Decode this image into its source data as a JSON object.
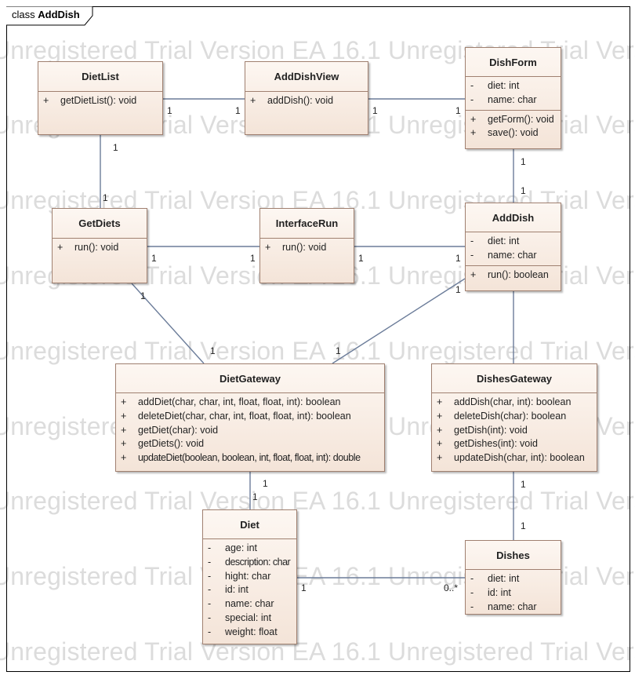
{
  "diagram": {
    "frame_type": "class",
    "frame_name": "AddDish",
    "watermark": "Unregistered Trial Version   EA 16.1 Unregistered Trial Version   EA 16.1 Unregistered Trial Version"
  },
  "classes": {
    "dietlist": {
      "name": "DietList",
      "operations": [
        {
          "vis": "+",
          "text": "getDietList(): void"
        }
      ]
    },
    "adddishview": {
      "name": "AddDishView",
      "operations": [
        {
          "vis": "+",
          "text": "addDish(): void"
        }
      ]
    },
    "dishform": {
      "name": "DishForm",
      "attributes": [
        {
          "vis": "-",
          "text": "diet: int"
        },
        {
          "vis": "-",
          "text": "name: char"
        }
      ],
      "operations": [
        {
          "vis": "+",
          "text": "getForm(): void"
        },
        {
          "vis": "+",
          "text": "save(): void"
        }
      ]
    },
    "getdiets": {
      "name": "GetDiets",
      "operations": [
        {
          "vis": "+",
          "text": "run(): void"
        }
      ]
    },
    "interfacerun": {
      "name": "InterfaceRun",
      "operations": [
        {
          "vis": "+",
          "text": "run(): void"
        }
      ]
    },
    "adddish": {
      "name": "AddDish",
      "attributes": [
        {
          "vis": "-",
          "text": "diet: int"
        },
        {
          "vis": "-",
          "text": "name: char"
        }
      ],
      "operations": [
        {
          "vis": "+",
          "text": "run(): boolean"
        }
      ]
    },
    "dietgateway": {
      "name": "DietGateway",
      "operations": [
        {
          "vis": "+",
          "text": "addDiet(char, char, int, float, float, int): boolean"
        },
        {
          "vis": "+",
          "text": "deleteDiet(char, char, int, float, float, int): boolean"
        },
        {
          "vis": "+",
          "text": "getDiet(char): void"
        },
        {
          "vis": "+",
          "text": "getDiets(): void"
        },
        {
          "vis": "+",
          "text": "updateDiet(boolean, boolean, int, float, float, int): double"
        }
      ]
    },
    "dishesgateway": {
      "name": "DishesGateway",
      "operations": [
        {
          "vis": "+",
          "text": "addDish(char, int): boolean"
        },
        {
          "vis": "+",
          "text": "deleteDish(char): boolean"
        },
        {
          "vis": "+",
          "text": "getDish(int): void"
        },
        {
          "vis": "+",
          "text": "getDishes(int): void"
        },
        {
          "vis": "+",
          "text": "updateDish(char, int): boolean"
        }
      ]
    },
    "diet": {
      "name": "Diet",
      "attributes": [
        {
          "vis": "-",
          "text": "age: int"
        },
        {
          "vis": "-",
          "text": "description: char"
        },
        {
          "vis": "-",
          "text": "hight: char"
        },
        {
          "vis": "-",
          "text": "id: int"
        },
        {
          "vis": "-",
          "text": "name: char"
        },
        {
          "vis": "-",
          "text": "special: int"
        },
        {
          "vis": "-",
          "text": "weight: float"
        }
      ]
    },
    "dishes": {
      "name": "Dishes",
      "attributes": [
        {
          "vis": "-",
          "text": "diet: int"
        },
        {
          "vis": "-",
          "text": "id: int"
        },
        {
          "vis": "-",
          "text": "name: char"
        }
      ]
    }
  },
  "associations": [
    {
      "id": "dietlist-adddishview",
      "from": "DietList",
      "to": "AddDishView",
      "from_mult": "1",
      "to_mult": "1"
    },
    {
      "id": "adddishview-dishform",
      "from": "AddDishView",
      "to": "DishForm",
      "from_mult": "1",
      "to_mult": "1"
    },
    {
      "id": "dietlist-getdiets",
      "from": "DietList",
      "to": "GetDiets",
      "from_mult": "1",
      "to_mult": "1"
    },
    {
      "id": "dishform-adddish",
      "from": "DishForm",
      "to": "AddDish",
      "from_mult": "1",
      "to_mult": "1"
    },
    {
      "id": "getdiets-interfacerun",
      "from": "GetDiets",
      "to": "InterfaceRun",
      "from_mult": "1",
      "to_mult": "1"
    },
    {
      "id": "interfacerun-adddish",
      "from": "InterfaceRun",
      "to": "AddDish",
      "from_mult": "1",
      "to_mult": "1"
    },
    {
      "id": "getdiets-dietgateway",
      "from": "GetDiets",
      "to": "DietGateway",
      "from_mult": "1",
      "to_mult": "1"
    },
    {
      "id": "adddish-dietgateway",
      "from": "AddDish",
      "to": "DietGateway",
      "from_mult": "1",
      "to_mult": "1"
    },
    {
      "id": "adddish-dishesgateway",
      "from": "AddDish",
      "to": "DishesGateway",
      "from_mult": "",
      "to_mult": ""
    },
    {
      "id": "dietgateway-diet",
      "from": "DietGateway",
      "to": "Diet",
      "from_mult": "1",
      "to_mult": "1"
    },
    {
      "id": "dishesgateway-dishes",
      "from": "DishesGateway",
      "to": "Dishes",
      "from_mult": "1",
      "to_mult": "1"
    },
    {
      "id": "diet-dishes",
      "from": "Diet",
      "to": "Dishes",
      "from_mult": "1",
      "to_mult": "0..*"
    }
  ],
  "colors": {
    "class_border": "#a08070",
    "class_fill_top": "#fdf7f2",
    "class_fill_bottom": "#f4e4d8",
    "line": "#6b7c99",
    "watermark": "#dcdcdc"
  }
}
